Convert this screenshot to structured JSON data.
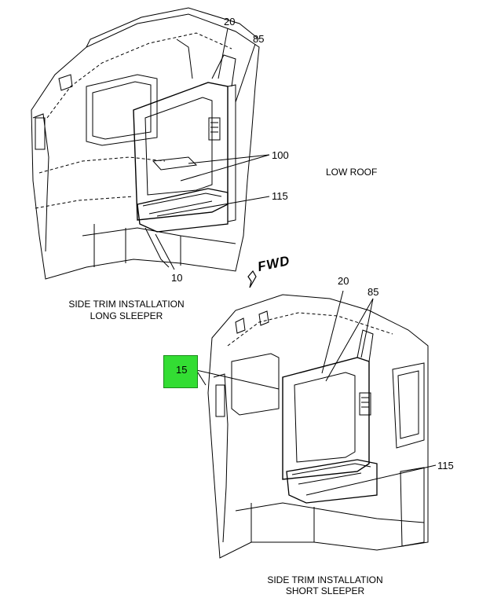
{
  "view_title": "LOW ROOF",
  "fwd_label": "FWD",
  "highlight_color": "#33dd33",
  "long_sleeper": {
    "caption_line1": "SIDE TRIM INSTALLATION",
    "caption_line2": "LONG SLEEPER",
    "callouts": [
      "20",
      "85",
      "100",
      "115",
      "10"
    ]
  },
  "short_sleeper": {
    "caption_line1": "SIDE TRIM INSTALLATION",
    "caption_line2": "SHORT SLEEPER",
    "callouts": [
      "20",
      "85",
      "15",
      "115"
    ],
    "highlighted_callout": "15"
  }
}
